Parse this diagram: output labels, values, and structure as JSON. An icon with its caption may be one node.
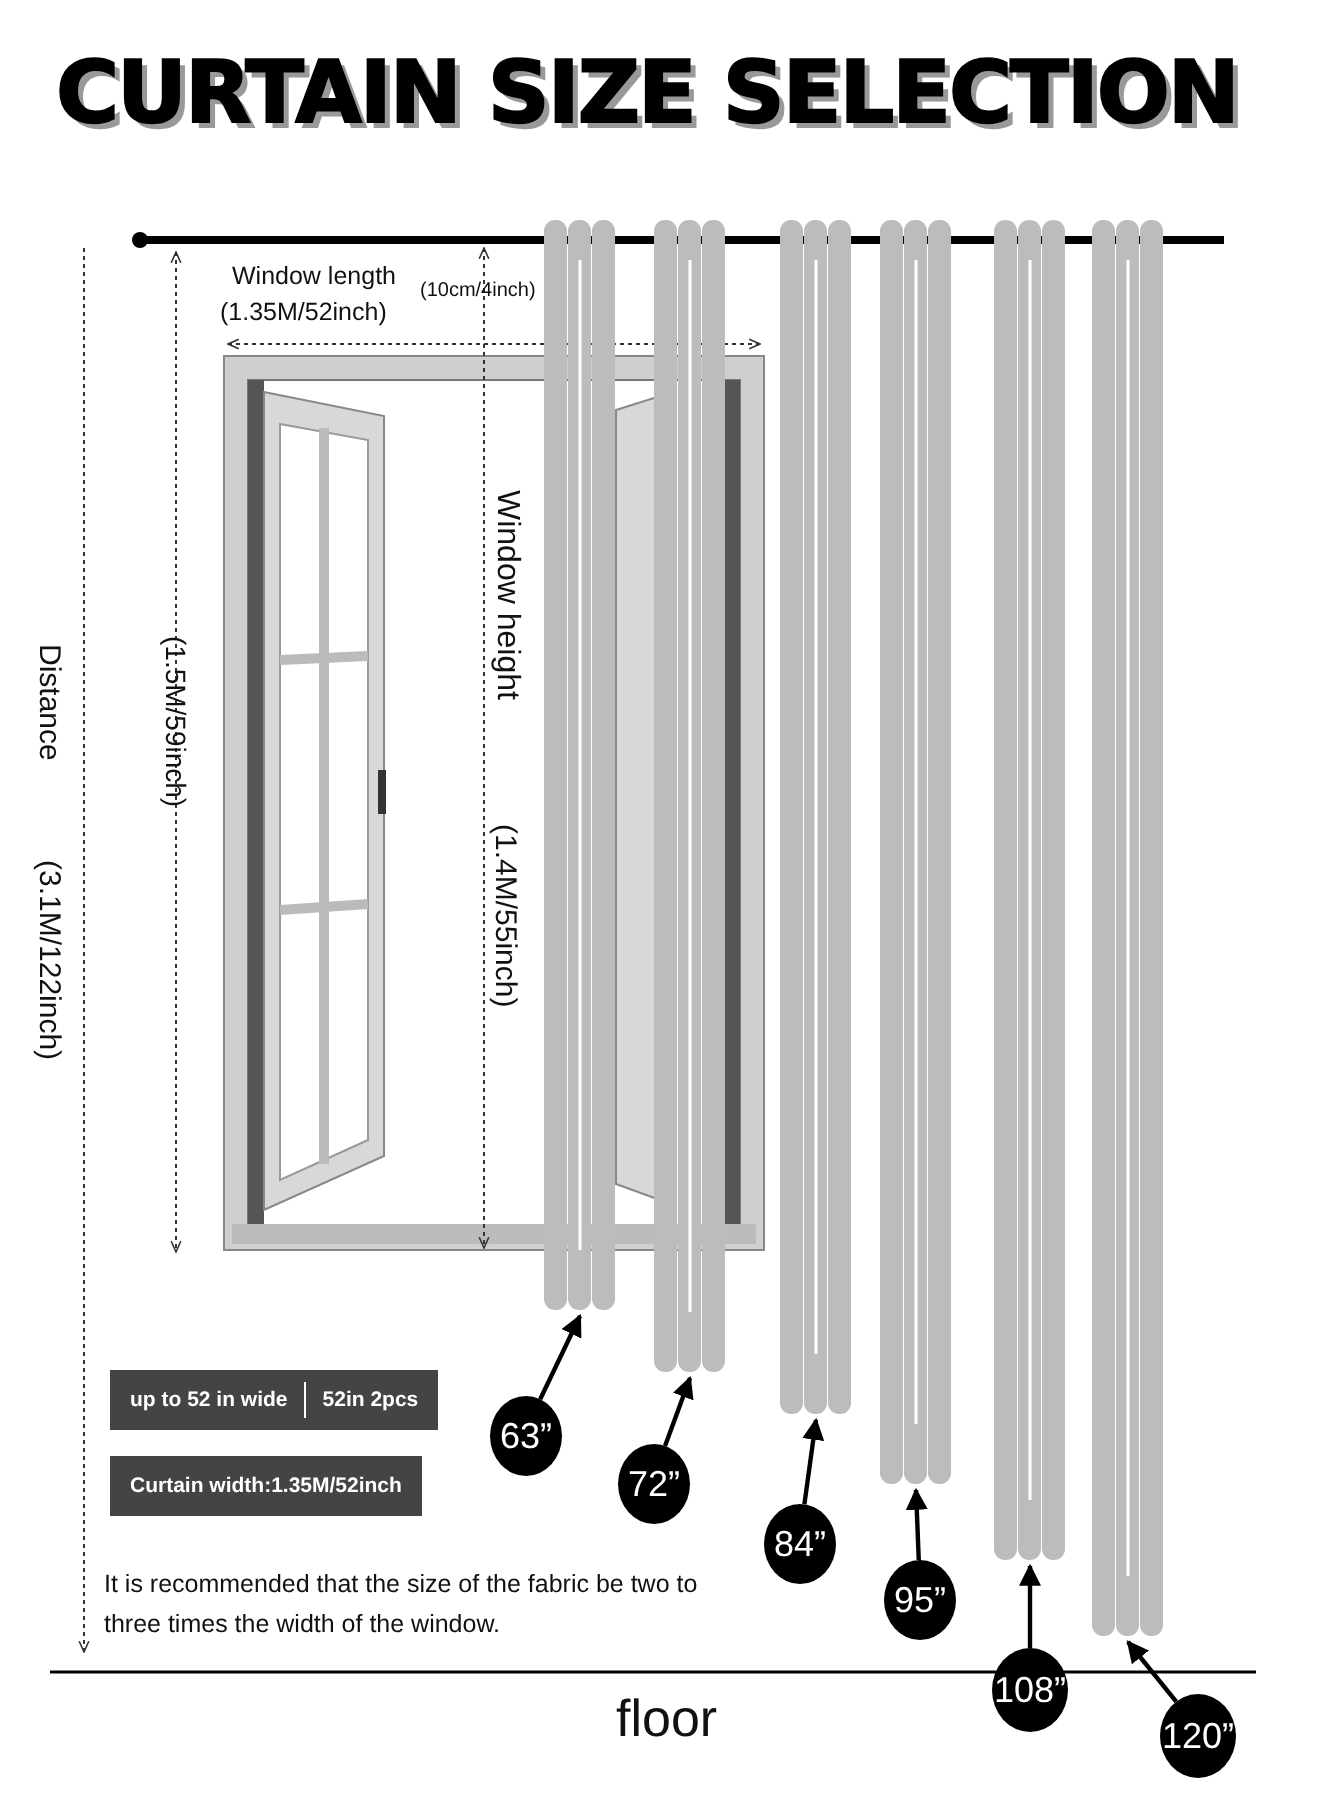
{
  "diagram": {
    "title": "CURTAIN SIZE SELECTION",
    "nodes": [
      {
        "text": [],
        "shape": "picture"
      },
      {
        "text": [],
        "shape": "picture"
      },
      {
        "text": [],
        "shape": "picture"
      },
      {
        "text": [],
        "shape": "picture"
      },
      {
        "text": [],
        "shape": "picture"
      },
      {
        "text": [],
        "shape": "picture"
      },
      {
        "text": [
          "63”"
        ]
      },
      {
        "text": [
          "72”"
        ]
      },
      {
        "text": [
          "84”"
        ]
      },
      {
        "text": [
          "95”"
        ]
      },
      {
        "text": [
          "108”"
        ]
      },
      {
        "text": [
          "120”"
        ]
      },
      {
        "text": [
          "up to 52 in wide",
          "52in 2pcs"
        ]
      },
      {
        "text": [
          "Curtain width:1.35M/52inch"
        ]
      }
    ],
    "edges": [
      {
        "from": 6,
        "to": 0,
        "arrow": "to"
      },
      {
        "from": 7,
        "to": 1,
        "arrow": "to"
      },
      {
        "from": 8,
        "to": 2,
        "arrow": "to"
      },
      {
        "from": 9,
        "to": 3,
        "arrow": "to"
      },
      {
        "from": 10,
        "to": 4,
        "arrow": "to"
      },
      {
        "from": 11,
        "to": 5,
        "arrow": "to"
      }
    ],
    "labels": [
      "Window length",
      "(1.35M/52inch)",
      "(10cm/4inch)",
      "Window height",
      "(1.4M/55inch)",
      "(1.5M/59inch)",
      "Distance",
      "(3.1M/122inch)",
      "It is recommended that the size of the fabric be two to three times the width of the window.",
      "floor"
    ]
  }
}
